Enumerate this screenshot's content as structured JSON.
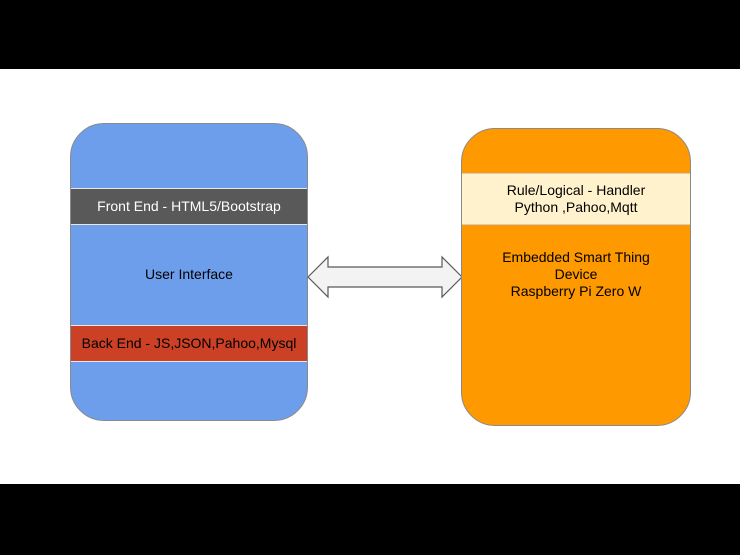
{
  "colors": {
    "background": "#ffffff",
    "letterbox": "#000000",
    "client_box": "#6d9eeb",
    "front_end_band": "#595959",
    "back_end_band": "#cc4125",
    "device_box": "#ff9900",
    "rule_band": "#fff2cc",
    "arrow_fill": "#f3f3f3",
    "arrow_stroke": "#595959",
    "text_dark": "#000000",
    "text_light": "#ffffff"
  },
  "client": {
    "front_end": "Front End - HTML5/Bootstrap",
    "user_interface": "User Interface",
    "back_end": "Back End - JS,JSON,Pahoo,Mysql"
  },
  "device": {
    "rule_line1": "Rule/Logical - Handler",
    "rule_line2": "Python ,Pahoo,Mqtt",
    "device_line1": "Embedded Smart Thing",
    "device_line2": "Device",
    "device_line3": "Raspberry Pi Zero W"
  },
  "connector": {
    "icon": "bidirectional-arrow-icon"
  }
}
